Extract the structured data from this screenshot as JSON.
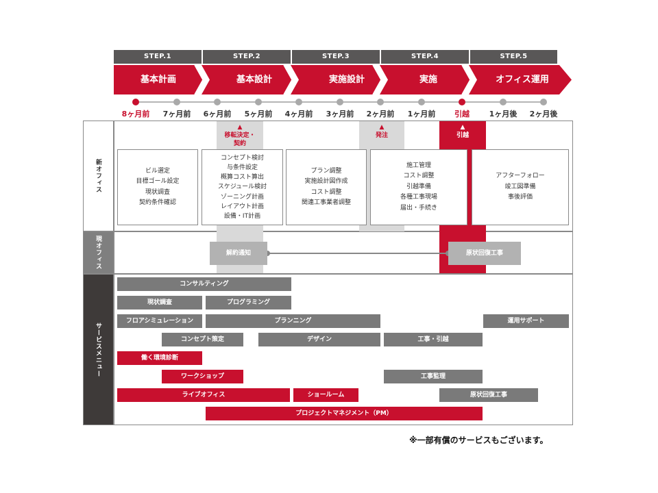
{
  "steps": [
    "STEP.1",
    "STEP.2",
    "STEP.3",
    "STEP.4",
    "STEP.5"
  ],
  "phases": [
    "基本計画",
    "基本設計",
    "実施設計",
    "実施",
    "オフィス運用"
  ],
  "timeline": [
    "8ヶ月前",
    "7ヶ月前",
    "6ヶ月前",
    "5ヶ月前",
    "4ヶ月前",
    "3ヶ月前",
    "2ヶ月前",
    "1ヶ月前",
    "引越",
    "1ヶ月後",
    "2ヶ月後"
  ],
  "rows": {
    "new_office": "新オフィス",
    "current_office": "現オフィス",
    "service_menu": "サービスメニュー"
  },
  "markers": {
    "relocation_line1": "移転決定・",
    "relocation_line2": "契約",
    "order": "発注",
    "move": "引越"
  },
  "phase_tasks": [
    [
      "ビル選定",
      "目標ゴール設定",
      "現状調査",
      "契約条件確認"
    ],
    [
      "コンセプト検討",
      "与条件設定",
      "概算コスト算出",
      "スケジュール検討",
      "ゾーニング計画",
      "レイアウト計画",
      "設備・IT計画"
    ],
    [
      "プラン調整",
      "実施設計図作成",
      "コスト調整",
      "関連工事業者調整"
    ],
    [
      "施工管理",
      "コスト調整",
      "引越準備",
      "各種工事現場",
      "届出・手続き"
    ],
    [
      "アフターフォロー",
      "竣工図準備",
      "事後評価"
    ]
  ],
  "current_office": {
    "cancel_notice": "解約通知",
    "restoration": "原状回復工事"
  },
  "services": [
    "コンサルティング",
    "現状調査",
    "プログラミング",
    "フロアシミュレーション",
    "プランニング",
    "運用サポート",
    "コンセプト策定",
    "デザイン",
    "工事・引越",
    "働く環境診断",
    "ワークショップ",
    "工事監理",
    "ライブオフィス",
    "ショールーム",
    "原状回復工事",
    "プロジェクトマネジメント（PM）"
  ],
  "footnote": "※一部有償のサービスもございます。",
  "colors": {
    "accent": "#c8102e",
    "dark": "#595757",
    "gray_bar": "#7a7a7a",
    "light_gray": "#d7d7d7"
  }
}
